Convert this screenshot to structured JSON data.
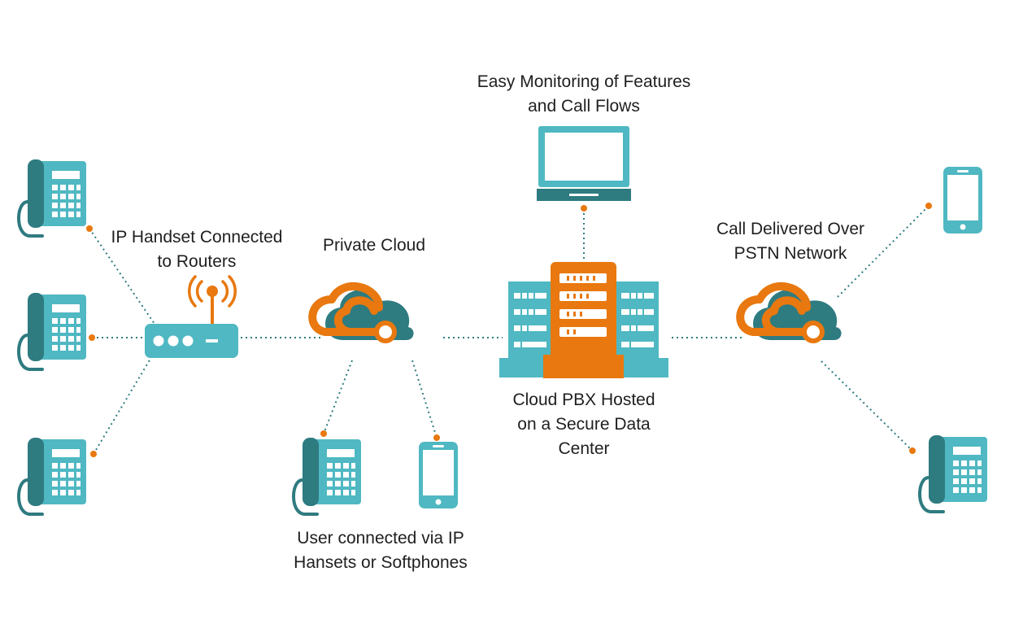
{
  "labels": {
    "monitoring": [
      "Easy Monitoring of Features",
      "and Call Flows"
    ],
    "handset": [
      "IP Handset Connected",
      "to Routers"
    ],
    "private_cloud": [
      "Private Cloud"
    ],
    "pstn": [
      "Call Delivered Over",
      "PSTN Network"
    ],
    "pbx": [
      "Cloud PBX Hosted",
      "on a Secure Data",
      "Center"
    ],
    "users": [
      "User connected via IP",
      "Hansets or Softphones"
    ]
  },
  "colors": {
    "teal_dark": "#2e7b80",
    "teal_light": "#4fb8c2",
    "orange": "#e8780f",
    "dot_line": "#2e7b80",
    "text": "#1f1f1f"
  },
  "icons": {
    "desk_phone": "desk-phone-icon",
    "mobile": "smartphone-icon",
    "router": "wifi-router-icon",
    "cloud": "cloud-icon",
    "server": "server-rack-icon",
    "laptop": "laptop-icon"
  }
}
